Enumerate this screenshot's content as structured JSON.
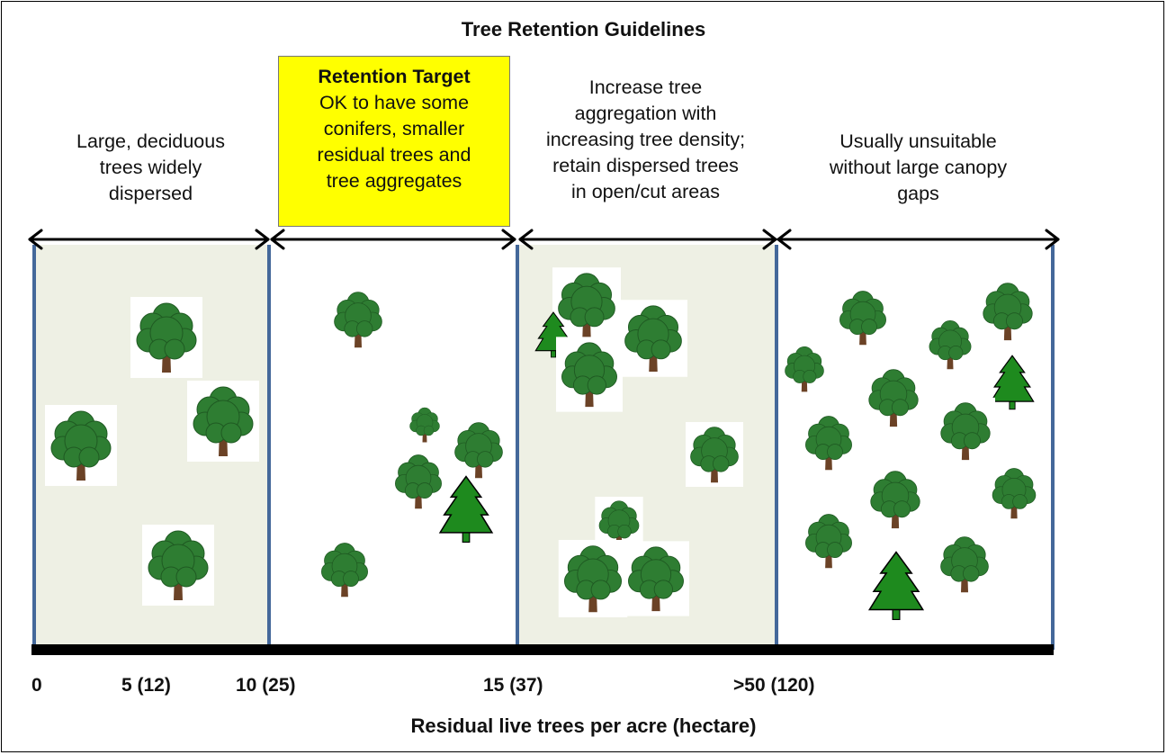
{
  "title": "Tree Retention Guidelines",
  "zones": [
    {
      "lines": [
        "Large, deciduous",
        "trees widely",
        "dispersed"
      ],
      "fill": "#eef0e4"
    },
    {
      "heading": "Retention Target",
      "lines": [
        "OK to have some",
        "conifers, smaller",
        "residual trees and",
        "tree aggregates"
      ],
      "fill": "#ffffff",
      "box_color": "#ffff00"
    },
    {
      "lines": [
        "Increase tree",
        "aggregation with",
        "increasing tree density;",
        "retain dispersed trees",
        "in open/cut areas"
      ],
      "fill": "#eef0e4"
    },
    {
      "lines": [
        "Usually unsuitable",
        "without large canopy",
        "gaps"
      ],
      "fill": "#ffffff"
    }
  ],
  "axis": {
    "ticks": [
      "0",
      "5 (12)",
      "10 (25)",
      "15 (37)",
      ">50 (120)"
    ],
    "label": "Residual live trees per acre (hectare)"
  },
  "colors": {
    "tree_canopy": "#2e7d32",
    "tree_trunk": "#6b4226",
    "conifer": "#1e8a1e",
    "zone_border": "#44689a",
    "shaded_zone": "#eef0e4"
  },
  "icons": [
    "deciduous-tree-icon",
    "conifer-tree-icon",
    "double-arrow-icon"
  ]
}
